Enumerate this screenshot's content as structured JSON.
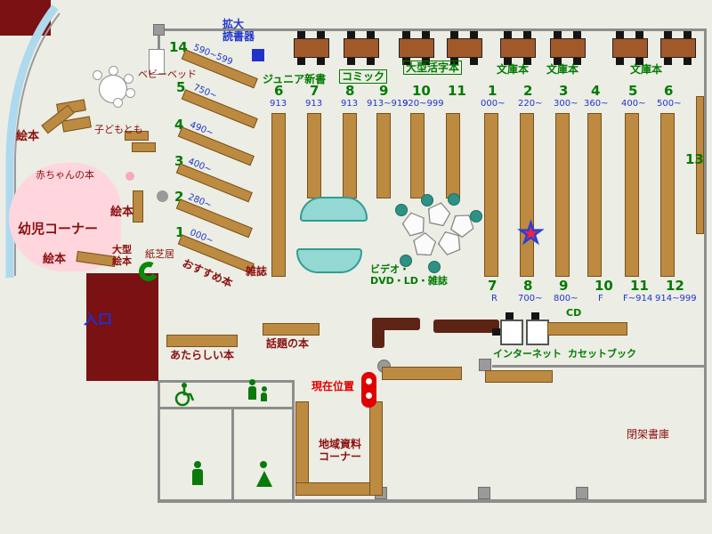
{
  "palette": {
    "wall": "#8d8d8d",
    "maroon": "#7a1113",
    "shelf": "#bd8a42",
    "green": "#007a00",
    "blue": "#1f35cc",
    "darkred": "#8b0f0f",
    "red": "#e00000",
    "pink": "#ffd6dd",
    "cyan": "#93d8d2",
    "teal": "#2e9186"
  },
  "top": {
    "magnifier": "拡大\n読書器"
  },
  "sections": {
    "junior": "ジュニア新書",
    "comic": "コミック",
    "large_print": "大型活字本",
    "bunko1": "文庫本",
    "bunko2": "文庫本",
    "bunko3": "文庫本",
    "video": "ビデオ・\nDVD・LD・雑誌",
    "magazine": "雑誌",
    "recommended": "おすすめ本",
    "new_books": "あたらしい本",
    "topic_books": "話題の本",
    "internet": "インターネット",
    "cd": "CD",
    "cassette": "カセットブック",
    "closed_stacks": "閉架書庫",
    "local_corner": "地域資料\nコーナー",
    "entrance": "入口",
    "current_location": "現在位置",
    "shelf13": "13"
  },
  "kids": {
    "ehon1": "絵本",
    "ehon2": "絵本",
    "ehon3": "絵本",
    "baby_books": "赤ちゃんの本",
    "toddler_corner": "幼児コーナー",
    "large_ehon": "大型\n絵本",
    "kamishibai": "紙芝居",
    "baby_bed": "ベビーベッド",
    "kodomo": "子どもとも"
  },
  "diagonal": [
    {
      "num": "14",
      "range": "590~599"
    },
    {
      "num": "5",
      "range": "750~"
    },
    {
      "num": "4",
      "range": "490~"
    },
    {
      "num": "3",
      "range": "400~"
    },
    {
      "num": "2",
      "range": "280~"
    },
    {
      "num": "1",
      "range": "000~"
    }
  ],
  "groupA": [
    {
      "num": "6",
      "range": "913"
    },
    {
      "num": "7",
      "range": "913"
    },
    {
      "num": "8",
      "range": "913"
    },
    {
      "num": "9",
      "range": "913~919"
    },
    {
      "num": "10",
      "range": "920~999"
    },
    {
      "num": "11",
      "range": ""
    }
  ],
  "groupB_top": [
    {
      "num": "1",
      "range": "000~"
    },
    {
      "num": "2",
      "range": "220~"
    },
    {
      "num": "3",
      "range": "300~"
    },
    {
      "num": "4",
      "range": "360~"
    },
    {
      "num": "5",
      "range": "400~"
    },
    {
      "num": "6",
      "range": "500~"
    }
  ],
  "groupB_bottom": [
    {
      "num": "7",
      "range": "R"
    },
    {
      "num": "8",
      "range": "700~"
    },
    {
      "num": "9",
      "range": "800~"
    },
    {
      "num": "10",
      "range": "F"
    },
    {
      "num": "11",
      "range": "F~914"
    },
    {
      "num": "12",
      "range": "914~999"
    }
  ]
}
